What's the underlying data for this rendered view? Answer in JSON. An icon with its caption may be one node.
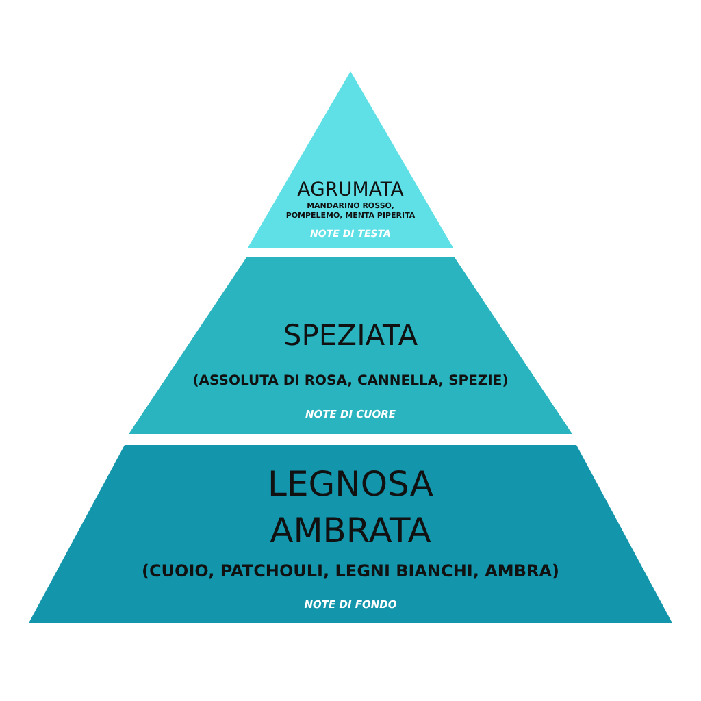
{
  "diagram": {
    "nodes": [
      {
        "text": [
          "AGRUMATA",
          "MANDARINO ROSSO, POMPELEMO, MENTA PIPERITA",
          "NOTE DI TESTA"
        ]
      },
      {
        "text": [
          "SPEZIATA",
          "(ASSOLUTA DI ROSA, CANNELLA, SPEZIE)",
          "NOTE DI CUORE"
        ]
      },
      {
        "text": [
          "LEGNOSA AMBRATA",
          "(CUOIO, PATCHOULI, LEGNI BIANCHI, AMBRA)",
          "NOTE DI FONDO"
        ]
      }
    ]
  }
}
